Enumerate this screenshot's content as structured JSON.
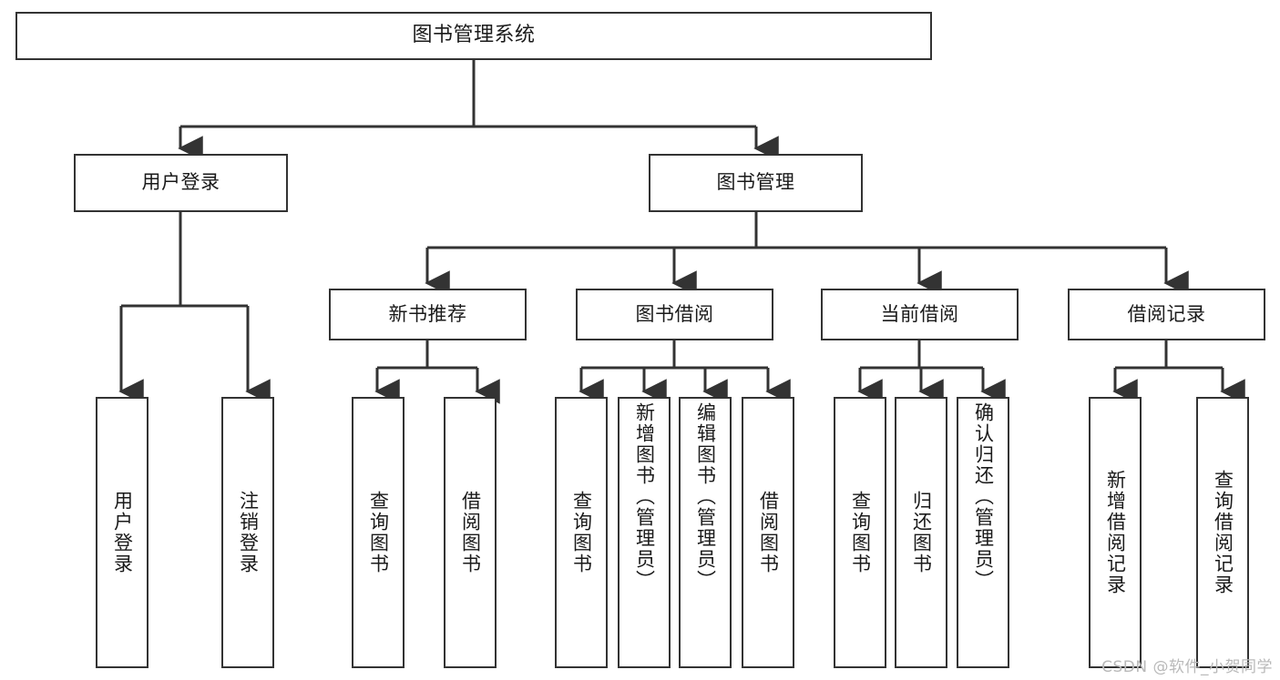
{
  "diagram": {
    "title": "图书管理系统",
    "type": "tree",
    "watermark": "CSDN @软件_小贺同学",
    "colors": {
      "box_border": "#333333",
      "box_fill": "#ffffff",
      "connector": "#333333",
      "text": "#1a1a1a",
      "watermark": "#b9b9b9"
    },
    "root": {
      "label": "图书管理系统"
    },
    "level1": [
      {
        "label": "用户登录"
      },
      {
        "label": "图书管理"
      }
    ],
    "level2": [
      {
        "label": "新书推荐"
      },
      {
        "label": "图书借阅"
      },
      {
        "label": "当前借阅"
      },
      {
        "label": "借阅记录"
      }
    ],
    "leaves": {
      "user_login": [
        {
          "label": "用户登录"
        },
        {
          "label": "注销登录"
        }
      ],
      "new_book": [
        {
          "label": "查询图书"
        },
        {
          "label": "借阅图书"
        }
      ],
      "book_borrow": [
        {
          "label": "查询图书"
        },
        {
          "label": "新增图书（管理员）"
        },
        {
          "label": "编辑图书（管理员）"
        },
        {
          "label": "借阅图书"
        }
      ],
      "current_borrow": [
        {
          "label": "查询图书"
        },
        {
          "label": "归还图书"
        },
        {
          "label": "确认归还（管理员）"
        }
      ],
      "borrow_record": [
        {
          "label": "新增借阅记录"
        },
        {
          "label": "查询借阅记录"
        }
      ]
    }
  }
}
